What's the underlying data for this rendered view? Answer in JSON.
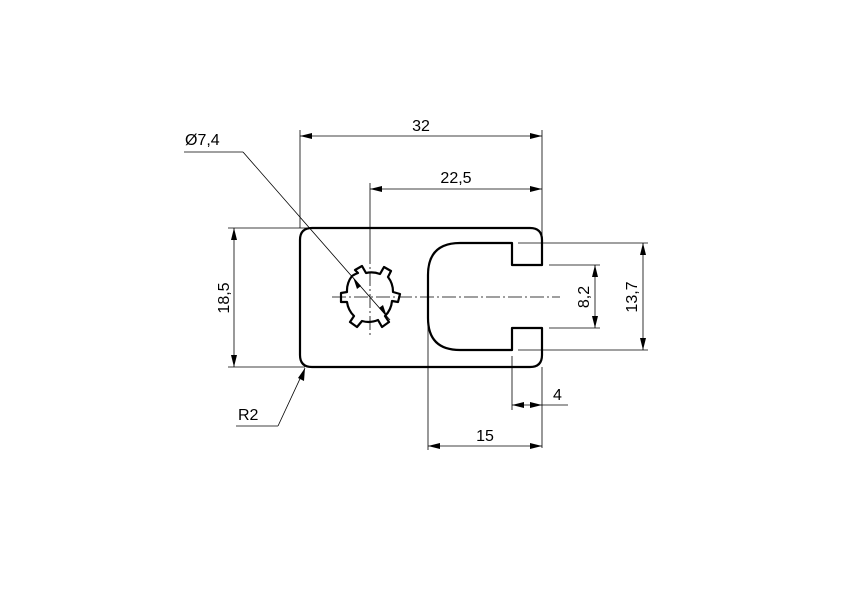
{
  "drawing": {
    "type": "technical-drawing",
    "part": "slotted mounting plate",
    "stroke_color": "#000000",
    "background": "#ffffff"
  },
  "dimensions": {
    "overall_width": "32",
    "hole_to_edge": "22,5",
    "hole_diameter": "Ø7,4",
    "height": "18,5",
    "corner_radius": "R2",
    "slot_width": "8,2",
    "notch_span": "13,7",
    "notch_depth": "4",
    "slot_length": "15"
  }
}
